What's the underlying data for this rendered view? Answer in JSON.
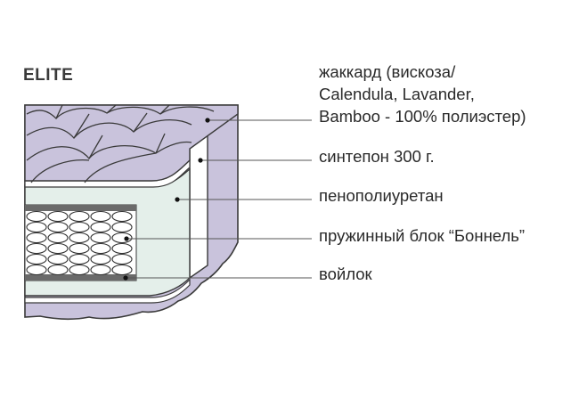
{
  "title": "ELITE",
  "colors": {
    "cover": "#c9c3dc",
    "foam": "#e4efea",
    "felt": "#6a6a6a",
    "outline": "#3a3a3a"
  },
  "layers": [
    {
      "lines": [
        "жаккард (вискоза/",
        "Calendula, Lavander,",
        "Bamboo - 100% полиэстер)"
      ]
    },
    {
      "lines": [
        "синтепон 300 г."
      ]
    },
    {
      "lines": [
        "пенополиуретан"
      ]
    },
    {
      "lines": [
        "пружинный блок “Боннель”"
      ]
    },
    {
      "lines": [
        "войлок"
      ]
    }
  ]
}
